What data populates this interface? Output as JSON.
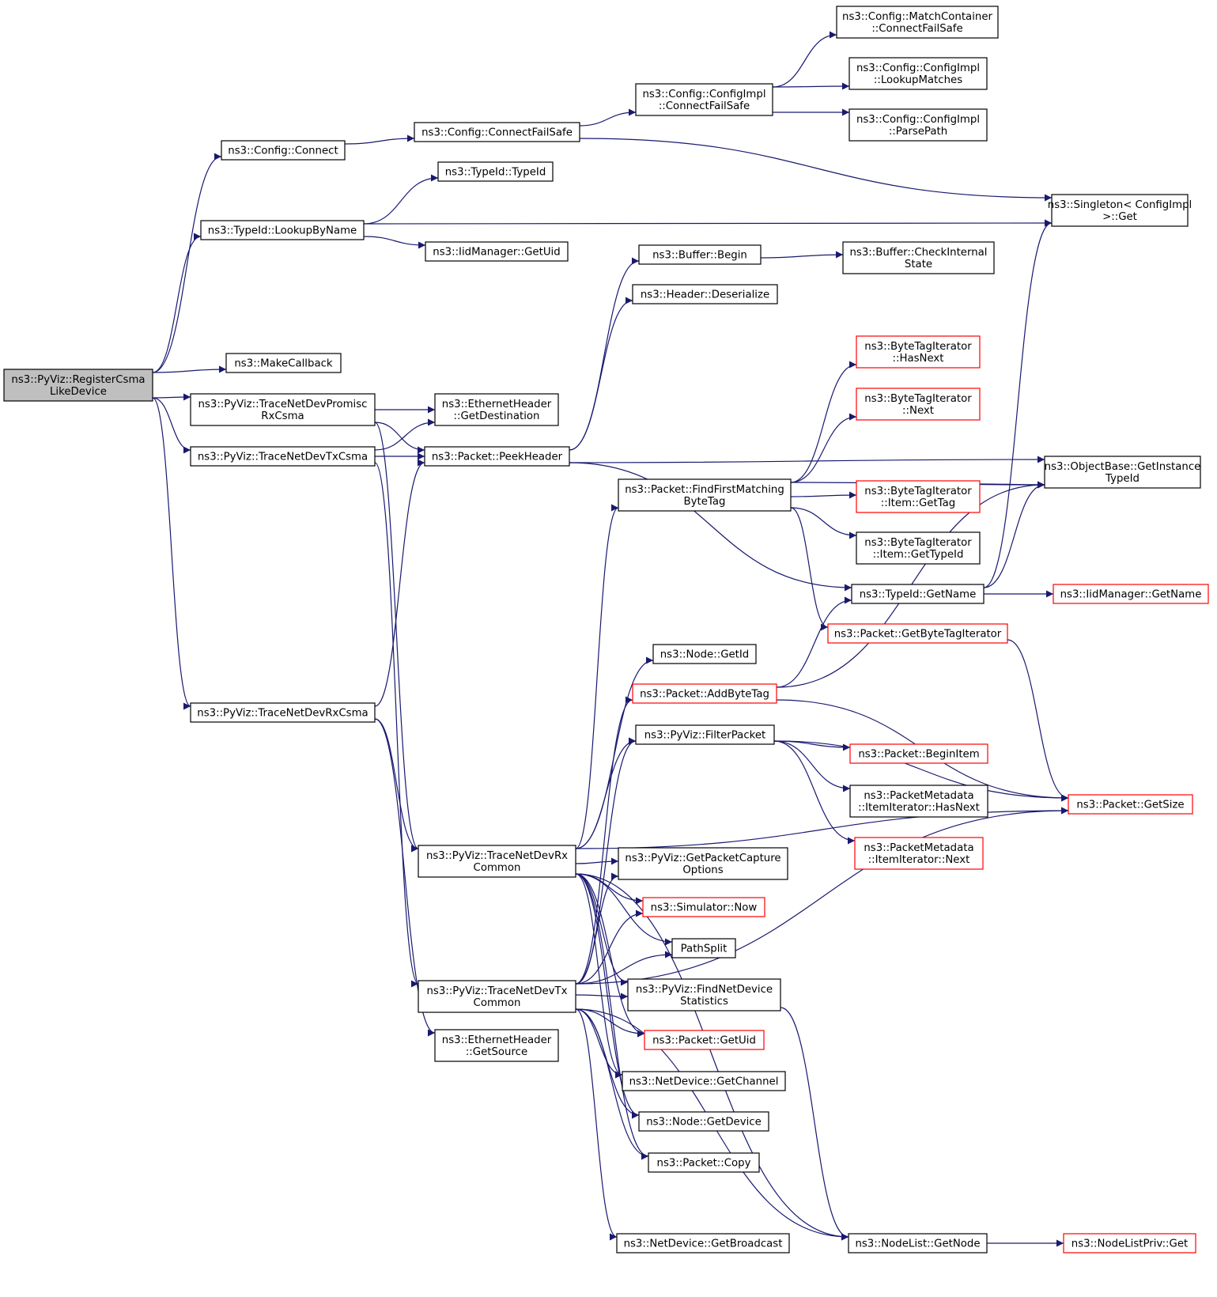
{
  "colors": {
    "edge": "#191970",
    "node_border": "#000000",
    "node_border_truncated": "#ff0000",
    "root_fill": "#bfbfbf",
    "node_fill": "#ffffff"
  },
  "nodes": [
    {
      "id": "root",
      "lines": [
        "ns3::PyViz::RegisterCsma",
        "LikeDevice"
      ],
      "kind": "root"
    },
    {
      "id": "connect",
      "lines": [
        "ns3::Config::Connect"
      ],
      "kind": "normal"
    },
    {
      "id": "lookupByName",
      "lines": [
        "ns3::TypeId::LookupByName"
      ],
      "kind": "normal"
    },
    {
      "id": "makeCallback",
      "lines": [
        "ns3::MakeCallback"
      ],
      "kind": "normal"
    },
    {
      "id": "promisc",
      "lines": [
        "ns3::PyViz::TraceNetDevPromisc",
        "RxCsma"
      ],
      "kind": "normal"
    },
    {
      "id": "txCsma",
      "lines": [
        "ns3::PyViz::TraceNetDevTxCsma"
      ],
      "kind": "normal"
    },
    {
      "id": "rxCsma",
      "lines": [
        "ns3::PyViz::TraceNetDevRxCsma"
      ],
      "kind": "normal"
    },
    {
      "id": "connectFailSafe",
      "lines": [
        "ns3::Config::ConnectFailSafe"
      ],
      "kind": "normal"
    },
    {
      "id": "typeIdCtor",
      "lines": [
        "ns3::TypeId::TypeId"
      ],
      "kind": "normal"
    },
    {
      "id": "iidGetUid",
      "lines": [
        "ns3::IidManager::GetUid"
      ],
      "kind": "normal"
    },
    {
      "id": "ethGetDest",
      "lines": [
        "ns3::EthernetHeader",
        "::GetDestination"
      ],
      "kind": "normal"
    },
    {
      "id": "peekHeader",
      "lines": [
        "ns3::Packet::PeekHeader"
      ],
      "kind": "normal"
    },
    {
      "id": "rxCommon",
      "lines": [
        "ns3::PyViz::TraceNetDevRx",
        "Common"
      ],
      "kind": "normal"
    },
    {
      "id": "txCommon",
      "lines": [
        "ns3::PyViz::TraceNetDevTx",
        "Common"
      ],
      "kind": "normal"
    },
    {
      "id": "ethGetSrc",
      "lines": [
        "ns3::EthernetHeader",
        "::GetSource"
      ],
      "kind": "normal"
    },
    {
      "id": "cfgImplConnect",
      "lines": [
        "ns3::Config::ConfigImpl",
        "::ConnectFailSafe"
      ],
      "kind": "normal"
    },
    {
      "id": "bufBegin",
      "lines": [
        "ns3::Buffer::Begin"
      ],
      "kind": "normal"
    },
    {
      "id": "hdrDeser",
      "lines": [
        "ns3::Header::Deserialize"
      ],
      "kind": "normal"
    },
    {
      "id": "findFirst",
      "lines": [
        "ns3::Packet::FindFirstMatching",
        "ByteTag"
      ],
      "kind": "normal"
    },
    {
      "id": "nodeGetId",
      "lines": [
        "ns3::Node::GetId"
      ],
      "kind": "normal"
    },
    {
      "id": "addByteTag",
      "lines": [
        "ns3::Packet::AddByteTag"
      ],
      "kind": "truncated"
    },
    {
      "id": "filterPacket",
      "lines": [
        "ns3::PyViz::FilterPacket"
      ],
      "kind": "normal"
    },
    {
      "id": "getCapOpt",
      "lines": [
        "ns3::PyViz::GetPacketCapture",
        "Options"
      ],
      "kind": "normal"
    },
    {
      "id": "simNow",
      "lines": [
        "ns3::Simulator::Now"
      ],
      "kind": "truncated"
    },
    {
      "id": "pathSplit",
      "lines": [
        "PathSplit"
      ],
      "kind": "normal"
    },
    {
      "id": "findNetDevStats",
      "lines": [
        "ns3::PyViz::FindNetDevice",
        "Statistics"
      ],
      "kind": "normal"
    },
    {
      "id": "pktGetUid",
      "lines": [
        "ns3::Packet::GetUid"
      ],
      "kind": "truncated"
    },
    {
      "id": "getChannel",
      "lines": [
        "ns3::NetDevice::GetChannel"
      ],
      "kind": "normal"
    },
    {
      "id": "nodeGetDevice",
      "lines": [
        "ns3::Node::GetDevice"
      ],
      "kind": "normal"
    },
    {
      "id": "pktCopy",
      "lines": [
        "ns3::Packet::Copy"
      ],
      "kind": "normal"
    },
    {
      "id": "getBroadcast",
      "lines": [
        "ns3::NetDevice::GetBroadcast"
      ],
      "kind": "normal"
    },
    {
      "id": "matchCont",
      "lines": [
        "ns3::Config::MatchContainer",
        "::ConnectFailSafe"
      ],
      "kind": "normal"
    },
    {
      "id": "lookupMatches",
      "lines": [
        "ns3::Config::ConfigImpl",
        "::LookupMatches"
      ],
      "kind": "normal"
    },
    {
      "id": "parsePath",
      "lines": [
        "ns3::Config::ConfigImpl",
        "::ParsePath"
      ],
      "kind": "normal"
    },
    {
      "id": "checkInternal",
      "lines": [
        "ns3::Buffer::CheckInternal",
        "State"
      ],
      "kind": "normal"
    },
    {
      "id": "btiHasNext",
      "lines": [
        "ns3::ByteTagIterator",
        "::HasNext"
      ],
      "kind": "truncated"
    },
    {
      "id": "btiNext",
      "lines": [
        "ns3::ByteTagIterator",
        "::Next"
      ],
      "kind": "truncated"
    },
    {
      "id": "btiGetTag",
      "lines": [
        "ns3::ByteTagIterator",
        "::Item::GetTag"
      ],
      "kind": "truncated"
    },
    {
      "id": "btiGetTypeId",
      "lines": [
        "ns3::ByteTagIterator",
        "::Item::GetTypeId"
      ],
      "kind": "normal"
    },
    {
      "id": "typeIdGetName",
      "lines": [
        "ns3::TypeId::GetName"
      ],
      "kind": "normal"
    },
    {
      "id": "getBTI",
      "lines": [
        "ns3::Packet::GetByteTagIterator"
      ],
      "kind": "truncated"
    },
    {
      "id": "beginItem",
      "lines": [
        "ns3::Packet::BeginItem"
      ],
      "kind": "truncated"
    },
    {
      "id": "pmHasNext",
      "lines": [
        "ns3::PacketMetadata",
        "::ItemIterator::HasNext"
      ],
      "kind": "normal"
    },
    {
      "id": "pmNext",
      "lines": [
        "ns3::PacketMetadata",
        "::ItemIterator::Next"
      ],
      "kind": "truncated"
    },
    {
      "id": "nodeListGetNode",
      "lines": [
        "ns3::NodeList::GetNode"
      ],
      "kind": "normal"
    },
    {
      "id": "singletonGet",
      "lines": [
        "ns3::Singleton< ConfigImpl",
        " >::Get"
      ],
      "kind": "normal"
    },
    {
      "id": "objBaseGetTypeId",
      "lines": [
        "ns3::ObjectBase::GetInstance",
        "TypeId"
      ],
      "kind": "normal"
    },
    {
      "id": "iidGetName",
      "lines": [
        "ns3::IidManager::GetName"
      ],
      "kind": "truncated"
    },
    {
      "id": "pktGetSize",
      "lines": [
        "ns3::Packet::GetSize"
      ],
      "kind": "truncated"
    },
    {
      "id": "nodeListPrivGet",
      "lines": [
        "ns3::NodeListPriv::Get"
      ],
      "kind": "truncated"
    }
  ],
  "edges": [
    [
      "root",
      "connect"
    ],
    [
      "root",
      "lookupByName"
    ],
    [
      "root",
      "makeCallback"
    ],
    [
      "root",
      "promisc"
    ],
    [
      "root",
      "txCsma"
    ],
    [
      "root",
      "rxCsma"
    ],
    [
      "connect",
      "connectFailSafe"
    ],
    [
      "connectFailSafe",
      "cfgImplConnect"
    ],
    [
      "connectFailSafe",
      "singletonGet"
    ],
    [
      "cfgImplConnect",
      "matchCont"
    ],
    [
      "cfgImplConnect",
      "lookupMatches"
    ],
    [
      "cfgImplConnect",
      "parsePath"
    ],
    [
      "lookupByName",
      "typeIdCtor"
    ],
    [
      "lookupByName",
      "iidGetUid"
    ],
    [
      "lookupByName",
      "singletonGet"
    ],
    [
      "promisc",
      "ethGetDest"
    ],
    [
      "promisc",
      "peekHeader"
    ],
    [
      "promisc",
      "rxCommon"
    ],
    [
      "txCsma",
      "ethGetDest"
    ],
    [
      "txCsma",
      "peekHeader"
    ],
    [
      "txCsma",
      "txCommon"
    ],
    [
      "rxCsma",
      "peekHeader"
    ],
    [
      "rxCsma",
      "rxCommon"
    ],
    [
      "rxCsma",
      "ethGetSrc"
    ],
    [
      "peekHeader",
      "bufBegin"
    ],
    [
      "peekHeader",
      "hdrDeser"
    ],
    [
      "peekHeader",
      "objBaseGetTypeId"
    ],
    [
      "peekHeader",
      "typeIdGetName"
    ],
    [
      "bufBegin",
      "checkInternal"
    ],
    [
      "findFirst",
      "btiHasNext"
    ],
    [
      "findFirst",
      "btiNext"
    ],
    [
      "findFirst",
      "objBaseGetTypeId"
    ],
    [
      "findFirst",
      "btiGetTag"
    ],
    [
      "findFirst",
      "btiGetTypeId"
    ],
    [
      "findFirst",
      "getBTI"
    ],
    [
      "btiGetTag",
      "objBaseGetTypeId"
    ],
    [
      "typeIdGetName",
      "iidGetName"
    ],
    [
      "typeIdGetName",
      "singletonGet"
    ],
    [
      "typeIdGetName",
      "objBaseGetTypeId"
    ],
    [
      "getBTI",
      "pktGetSize"
    ],
    [
      "addByteTag",
      "typeIdGetName"
    ],
    [
      "addByteTag",
      "objBaseGetTypeId"
    ],
    [
      "addByteTag",
      "pktGetSize"
    ],
    [
      "filterPacket",
      "beginItem"
    ],
    [
      "filterPacket",
      "pmHasNext"
    ],
    [
      "filterPacket",
      "pmNext"
    ],
    [
      "filterPacket",
      "pktGetSize"
    ],
    [
      "findNetDevStats",
      "nodeListGetNode"
    ],
    [
      "nodeListGetNode",
      "nodeListPrivGet"
    ],
    [
      "rxCommon",
      "findFirst"
    ],
    [
      "rxCommon",
      "nodeGetId"
    ],
    [
      "rxCommon",
      "filterPacket"
    ],
    [
      "rxCommon",
      "getCapOpt"
    ],
    [
      "rxCommon",
      "simNow"
    ],
    [
      "rxCommon",
      "pathSplit"
    ],
    [
      "rxCommon",
      "findNetDevStats"
    ],
    [
      "rxCommon",
      "pktGetUid"
    ],
    [
      "rxCommon",
      "getChannel"
    ],
    [
      "rxCommon",
      "nodeGetDevice"
    ],
    [
      "rxCommon",
      "pktCopy"
    ],
    [
      "rxCommon",
      "nodeListGetNode"
    ],
    [
      "rxCommon",
      "pktGetSize"
    ],
    [
      "txCommon",
      "addByteTag"
    ],
    [
      "txCommon",
      "filterPacket"
    ],
    [
      "txCommon",
      "getCapOpt"
    ],
    [
      "txCommon",
      "simNow"
    ],
    [
      "txCommon",
      "pathSplit"
    ],
    [
      "txCommon",
      "findNetDevStats"
    ],
    [
      "txCommon",
      "pktGetUid"
    ],
    [
      "txCommon",
      "getChannel"
    ],
    [
      "txCommon",
      "nodeGetDevice"
    ],
    [
      "txCommon",
      "pktCopy"
    ],
    [
      "txCommon",
      "getBroadcast"
    ],
    [
      "txCommon",
      "nodeListGetNode"
    ],
    [
      "txCommon",
      "pktGetSize"
    ]
  ]
}
